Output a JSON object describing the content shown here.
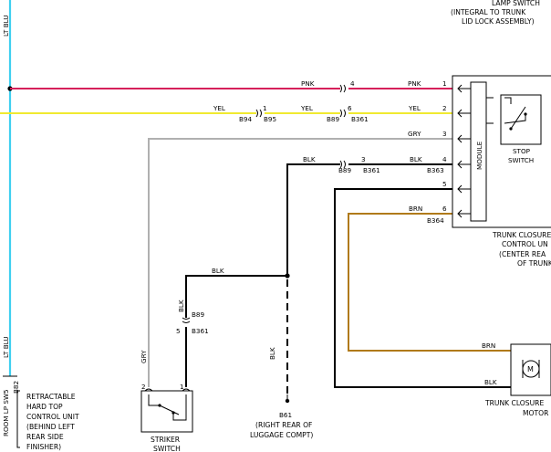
{
  "colors": {
    "lt_blu": "#3fd0f0",
    "pnk": "#d6205a",
    "yel": "#f0ea30",
    "gry": "#b0b0b0",
    "blk": "#000000",
    "brn": "#b07a1a"
  },
  "left_bus": {
    "label_top": "LT BLU",
    "label_bottom": "LT BLU",
    "pin_label": "5",
    "connector_label": "B82",
    "unit_label": "ROOM LP SW",
    "unit_lines": [
      "RETRACTABLE",
      "HARD TOP",
      "CONTROL UNIT",
      "(BEHIND LEFT",
      "REAR SIDE",
      "FINISHER)"
    ]
  },
  "header_right": {
    "lines": [
      "LAMP SWITCH",
      "(INTEGRAL TO TRUNK",
      "LID LOCK ASSEMBLY)"
    ]
  },
  "wires": {
    "pnk": {
      "color_label": "PNK",
      "color_label_right": "PNK",
      "inline_pin": "4"
    },
    "yel": {
      "color_label_1": "YEL",
      "pin_1": "1",
      "conn_1a": "B94",
      "conn_1b": "B95",
      "color_label_2": "YEL",
      "pin_2": "6",
      "conn_2a": "B89",
      "conn_2b": "B361",
      "color_label_3": "YEL"
    },
    "gry": {
      "color_label": "GRY",
      "color_label_vertical": "GRY"
    },
    "blk_upper": {
      "color_label_1": "BLK",
      "pin": "3",
      "conn_a": "B89",
      "conn_b": "B361",
      "color_label_2": "BLK",
      "conn_c": "B363"
    },
    "brn": {
      "color_label": "BRN",
      "conn": "B364",
      "color_label_motor": "BRN"
    },
    "blk_motor": {
      "color_label": "BLK"
    },
    "blk_striker": {
      "color_label_horizontal": "BLK",
      "color_label_vertical_top": "BLK",
      "conn_a": "B89",
      "pin": "5",
      "conn_b": "B361",
      "color_label_vertical_bottom": "BLK"
    }
  },
  "module": {
    "label": "MODULE",
    "pins": [
      "1",
      "2",
      "3",
      "4",
      "5",
      "6"
    ],
    "stop_switch": [
      "STOP",
      "SWITCH"
    ],
    "caption": [
      "TRUNK CLOSURE",
      "CONTROL UN",
      "(CENTER REA",
      "OF TRUNK"
    ]
  },
  "motor": {
    "symbol": "M",
    "caption": [
      "TRUNK CLOSURE",
      "MOTOR"
    ]
  },
  "striker": {
    "pins": [
      "2",
      "1"
    ],
    "caption": [
      "STRIKER",
      "SWITCH"
    ]
  },
  "ground": {
    "label": "B61",
    "caption": [
      "(RIGHT REAR OF",
      "LUGGAGE COMPT)"
    ]
  }
}
